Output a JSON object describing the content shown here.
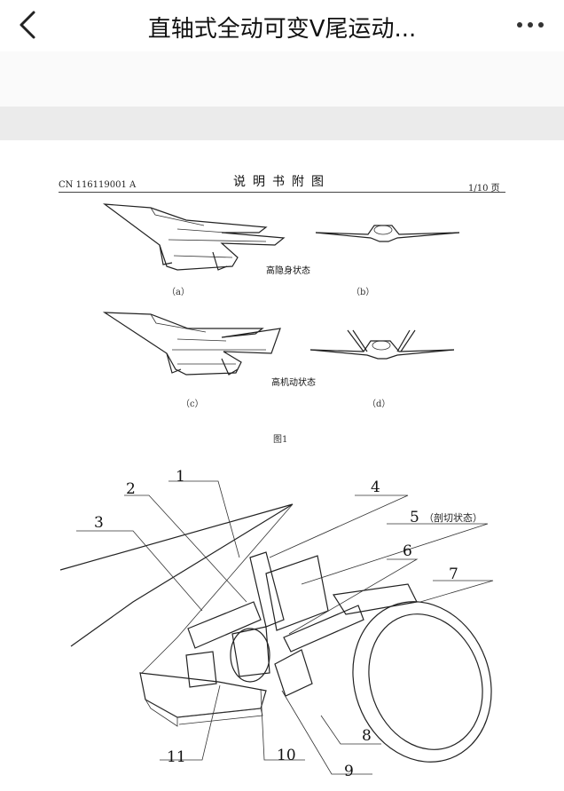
{
  "nav": {
    "title": "直轴式全动可变V尾运动...",
    "back_icon": "chevron-left-icon",
    "more_icon": "more-dots-icon"
  },
  "document": {
    "header_left": "CN 116119001 A",
    "header_center": "说明书附图",
    "header_right": "1/10 页",
    "state_high_stealth": "高隐身状态",
    "state_high_maneuver": "高机动状态",
    "labels": {
      "a": "（a）",
      "b": "（b）",
      "c": "（c）",
      "d": "（d）"
    },
    "figure_caption": "图1",
    "callouts": [
      "1",
      "2",
      "3",
      "4",
      "5",
      "6",
      "7",
      "8",
      "9",
      "10",
      "11"
    ],
    "callout_5_note": "（剖切状态）"
  }
}
